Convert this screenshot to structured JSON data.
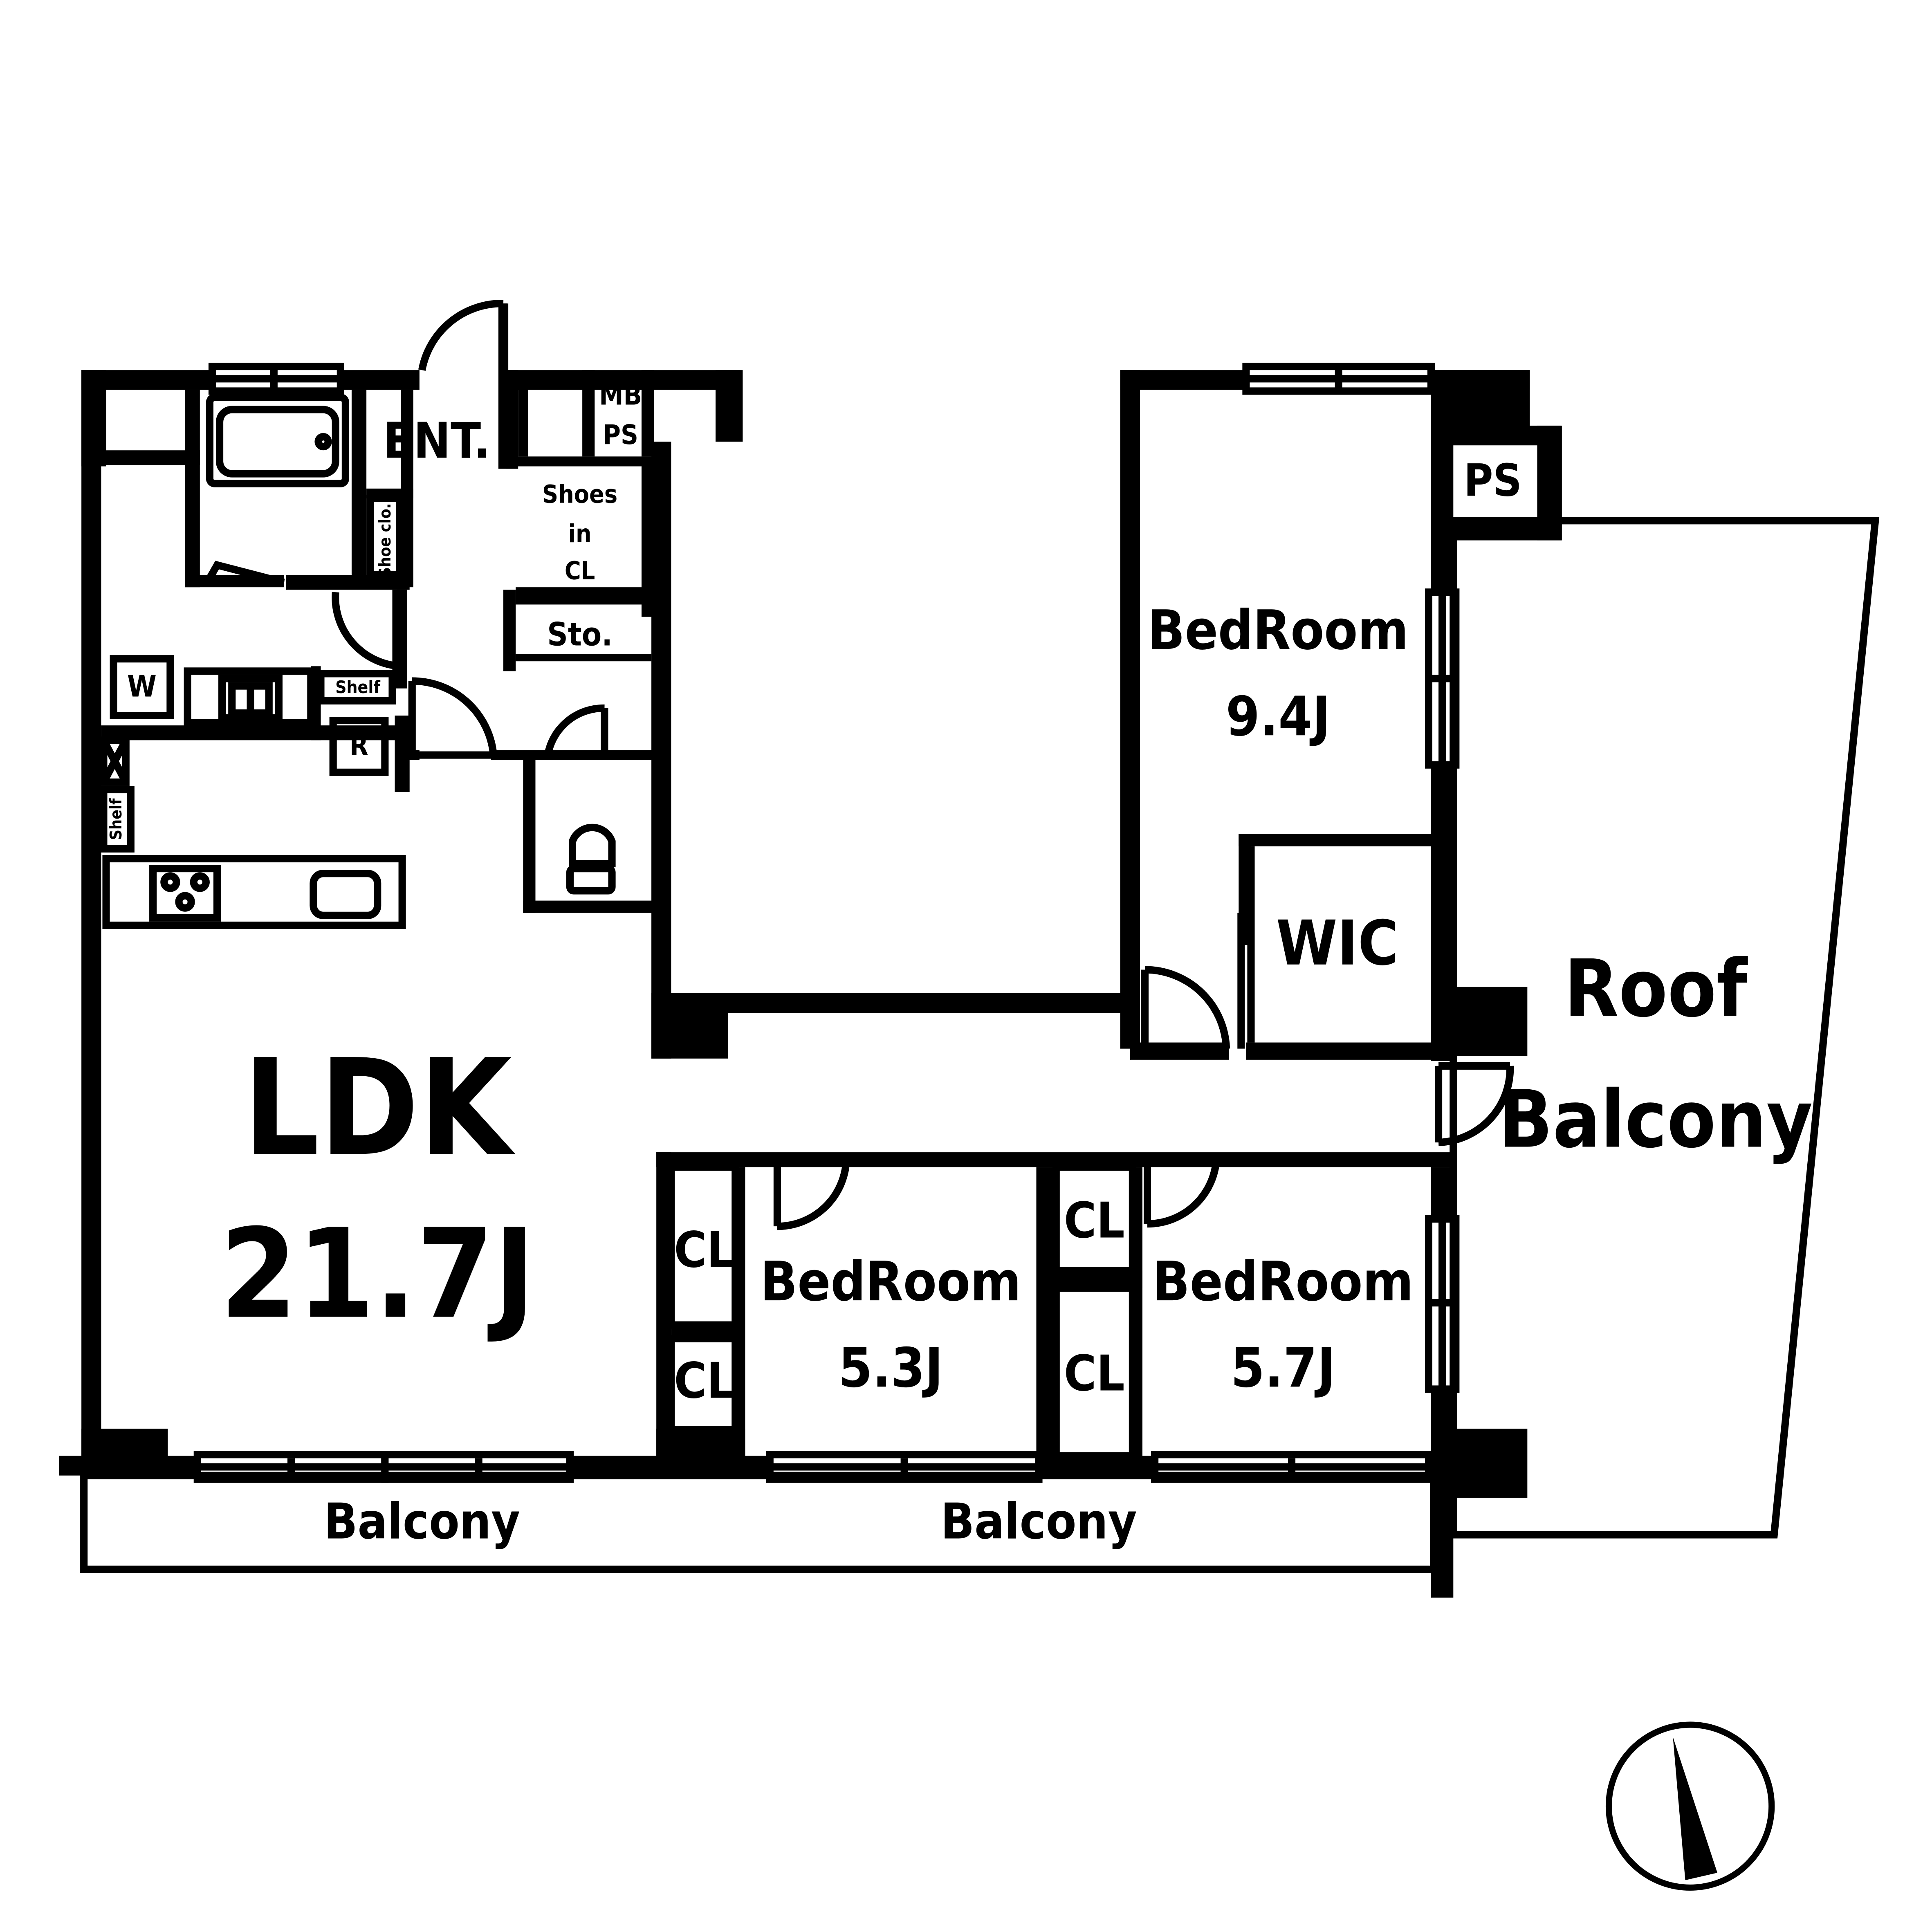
{
  "labels": {
    "ent": "ENT.",
    "mb": "MB",
    "ps_top": "PS",
    "shoes_1": "Shoes",
    "shoes_2": "in",
    "shoes_3": "CL",
    "sto": "Sto.",
    "shoe_clo": "Shoe clo.",
    "shelf_1": "Shelf",
    "shelf_2": "Shelf",
    "washer": "W",
    "fridge": "R",
    "ldk_name": "LDK",
    "ldk_size": "21.7J",
    "bed1_name": "BedRoom",
    "bed1_size": "9.4J",
    "wic": "WIC",
    "ps_right": "PS",
    "roof_1": "Roof",
    "roof_2": "Balcony",
    "bed2_name": "BedRoom",
    "bed2_size": "5.3J",
    "bed3_name": "BedRoom",
    "bed3_size": "5.7J",
    "cl_1": "CL",
    "cl_2": "CL",
    "cl_3": "CL",
    "cl_4": "CL",
    "balcony_1": "Balcony",
    "balcony_2": "Balcony"
  }
}
